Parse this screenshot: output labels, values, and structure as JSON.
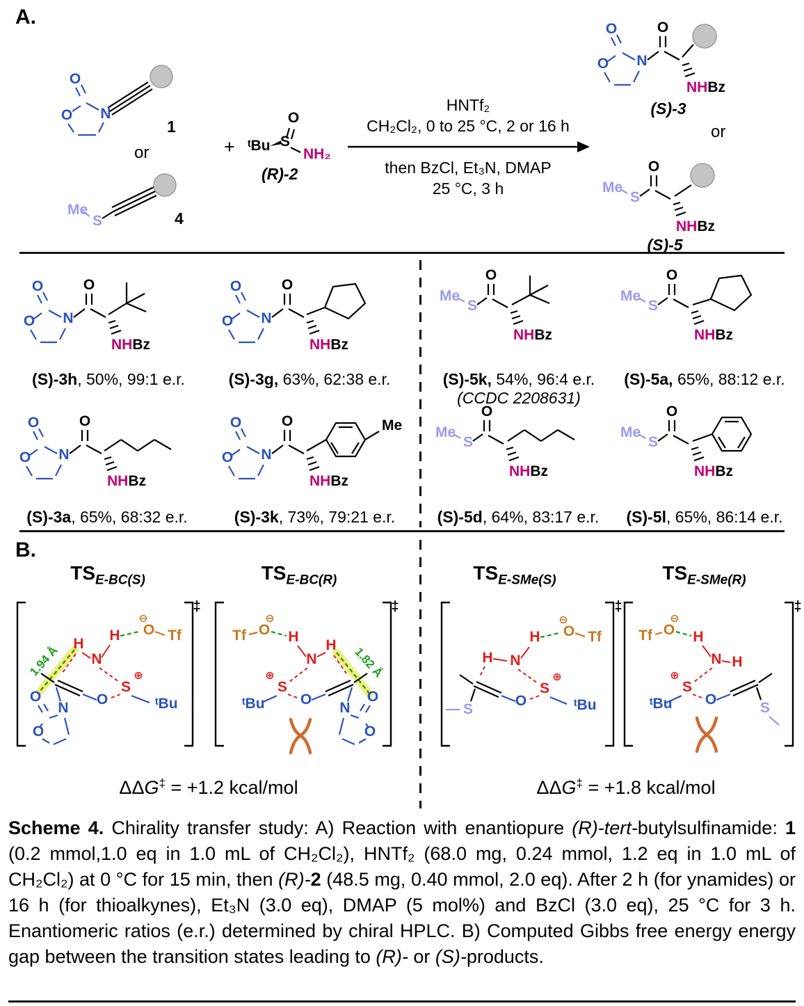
{
  "colors": {
    "blue": "#2b52bc",
    "magenta": "#c00070",
    "periwinkle": "#9a9af0",
    "orange": "#c8781e",
    "red": "#e01d1d",
    "green": "#1f9d1f",
    "gray_circle": "#c4c4c4",
    "highlight_yellow": "#f1ec6e"
  },
  "atoms": {
    "O": "O",
    "N": "N",
    "S": "S",
    "H": "H",
    "Me": "Me",
    "NH": "NH",
    "Bz": "Bz",
    "NH2": "NH₂",
    "tBu": "ᵗBu",
    "Tf": "Tf",
    "plus_charge": "⊕",
    "minus_charge": "⊖",
    "ddagger": "‡"
  },
  "panel_a": {
    "label": "A.",
    "compound1": "1",
    "or_left": "or",
    "compound4": "4",
    "plus": "+",
    "compound2": "(R)-2",
    "conditions": {
      "above1": "HNTf₂",
      "above2": "CH₂Cl₂, 0 to 25 °C, 2 or 16 h",
      "below1": "then BzCl, Et₃N, DMAP",
      "below2": "25 °C, 3 h"
    },
    "product3": "(S)-3",
    "or_right": "or",
    "product5": "(S)-5"
  },
  "examples": {
    "s3h": {
      "name": "(S)-3h",
      "rest": ", 50%, 99:1 e.r."
    },
    "s3g": {
      "name": "(S)-3g,",
      "rest": " 63%, 62:38 e.r."
    },
    "s3a": {
      "name": "(S)-3a",
      "rest": ", 65%, 68:32 e.r."
    },
    "s3k": {
      "name": "(S)-3k",
      "rest": ", 73%, 79:21 e.r."
    },
    "s5k": {
      "name": "(S)-5k,",
      "rest": " 54%, 96:4 e.r.",
      "ccdc": "(CCDC 2208631)"
    },
    "s5a": {
      "name": "(S)-5a,",
      "rest": " 65%, 88:12 e.r."
    },
    "s5d": {
      "name": "(S)-5d",
      "rest": ", 64%, 83:17 e.r."
    },
    "s5l": {
      "name": "(S)-5l",
      "rest": ", 65%, 86:14 e.r."
    }
  },
  "panel_b": {
    "label": "B.",
    "ts": [
      {
        "main": "TS",
        "sub": "E-BC(S)"
      },
      {
        "main": "TS",
        "sub": "E-BC(R)"
      },
      {
        "main": "TS",
        "sub": "E-SMe(S)"
      },
      {
        "main": "TS",
        "sub": "E-SMe(R)"
      }
    ],
    "dist_s": "1.94 Å",
    "dist_r": "1.82 Å",
    "energy_left": {
      "pre": "ΔΔ",
      "g": "G",
      "sup": "‡",
      "rest": " = +1.2 kcal/mol"
    },
    "energy_right": {
      "pre": "ΔΔ",
      "g": "G",
      "sup": "‡",
      "rest": " = +1.8 kcal/mol"
    }
  },
  "caption": {
    "segments": [
      {
        "t": "Scheme 4.",
        "b": true
      },
      {
        "t": " Chirality transfer study: A) Reaction with enantiopure "
      },
      {
        "t": "(R)-tert-",
        "i": true
      },
      {
        "t": "butylsulfinamide: "
      },
      {
        "t": "1",
        "b": true
      },
      {
        "t": " (0.2 mmol,1.0 eq in 1.0 mL of CH₂Cl₂), HNTf₂ (68.0 mg, 0.24 mmol, 1.2 eq in 1.0 mL of CH₂Cl₂) at 0 °C for 15 min, then "
      },
      {
        "t": "(R)-",
        "i": true
      },
      {
        "t": "2",
        "b": true
      },
      {
        "t": " (48.5 mg, 0.40 mmol, 2.0 eq). After 2 h (for ynamides) or 16 h (for thioalkynes), Et₃N (3.0 eq), DMAP (5 mol%) and BzCl (3.0 eq), 25 °C for 3 h. Enantiomeric ratios (e.r.) determined by chiral HPLC. B) Computed Gibbs free energy energy gap between the transition states leading to "
      },
      {
        "t": "(R)-",
        "i": true
      },
      {
        "t": " or "
      },
      {
        "t": "(S)-",
        "i": true
      },
      {
        "t": "products."
      }
    ]
  }
}
